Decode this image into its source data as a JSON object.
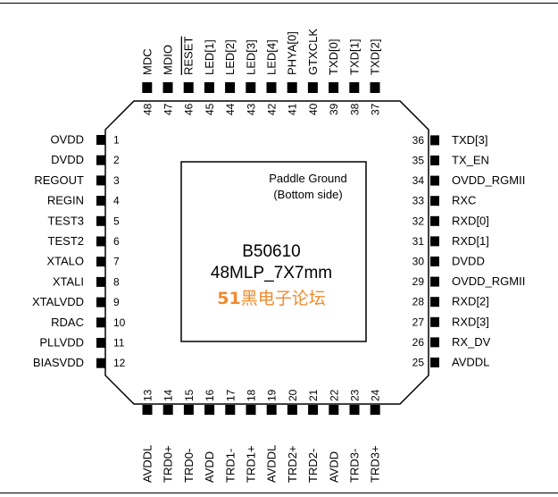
{
  "package": {
    "chip": "B50610",
    "pkg": "48MLP_7X7mm",
    "paddle_line1": "Paddle Ground",
    "paddle_line2": "(Bottom side)",
    "watermark_digits": "51",
    "watermark_text": "黑电子论坛"
  },
  "colors": {
    "line": "#000000",
    "watermark": "#f08a2c"
  },
  "pins": {
    "left": [
      {
        "num": "1",
        "name": "OVDD"
      },
      {
        "num": "2",
        "name": "DVDD"
      },
      {
        "num": "3",
        "name": "REGOUT"
      },
      {
        "num": "4",
        "name": "REGIN"
      },
      {
        "num": "5",
        "name": "TEST3"
      },
      {
        "num": "6",
        "name": "TEST2"
      },
      {
        "num": "7",
        "name": "XTALO"
      },
      {
        "num": "8",
        "name": "XTALI"
      },
      {
        "num": "9",
        "name": "XTALVDD"
      },
      {
        "num": "10",
        "name": "RDAC"
      },
      {
        "num": "11",
        "name": "PLLVDD"
      },
      {
        "num": "12",
        "name": "BIASVDD"
      }
    ],
    "bottom": [
      {
        "num": "13",
        "name": "AVDDL"
      },
      {
        "num": "14",
        "name": "TRD0+"
      },
      {
        "num": "15",
        "name": "TRD0-"
      },
      {
        "num": "16",
        "name": "AVDD"
      },
      {
        "num": "17",
        "name": "TRD1-"
      },
      {
        "num": "18",
        "name": "TRD1+"
      },
      {
        "num": "19",
        "name": "AVDDL"
      },
      {
        "num": "20",
        "name": "TRD2+"
      },
      {
        "num": "21",
        "name": "TRD2-"
      },
      {
        "num": "22",
        "name": "AVDD"
      },
      {
        "num": "23",
        "name": "TRD3-"
      },
      {
        "num": "24",
        "name": "TRD3+"
      }
    ],
    "right": [
      {
        "num": "25",
        "name": "AVDDL"
      },
      {
        "num": "26",
        "name": "RX_DV"
      },
      {
        "num": "27",
        "name": "RXD[3]"
      },
      {
        "num": "28",
        "name": "RXD[2]"
      },
      {
        "num": "29",
        "name": "OVDD_RGMII"
      },
      {
        "num": "30",
        "name": "DVDD"
      },
      {
        "num": "31",
        "name": "RXD[1]"
      },
      {
        "num": "32",
        "name": "RXD[0]"
      },
      {
        "num": "33",
        "name": "RXC"
      },
      {
        "num": "34",
        "name": "OVDD_RGMII"
      },
      {
        "num": "35",
        "name": "TX_EN"
      },
      {
        "num": "36",
        "name": "TXD[3]"
      }
    ],
    "top": [
      {
        "num": "37",
        "name": "TXD[2]"
      },
      {
        "num": "38",
        "name": "TXD[1]"
      },
      {
        "num": "39",
        "name": "TXD[0]"
      },
      {
        "num": "40",
        "name": "GTXCLK"
      },
      {
        "num": "41",
        "name": "PHYA[0]"
      },
      {
        "num": "42",
        "name": "LED[4]"
      },
      {
        "num": "43",
        "name": "LED[3]"
      },
      {
        "num": "44",
        "name": "LED[2]"
      },
      {
        "num": "45",
        "name": "LED[1]"
      },
      {
        "num": "46",
        "name": "RESET",
        "overbar": true
      },
      {
        "num": "47",
        "name": "MDIO"
      },
      {
        "num": "48",
        "name": "MDC"
      }
    ]
  }
}
